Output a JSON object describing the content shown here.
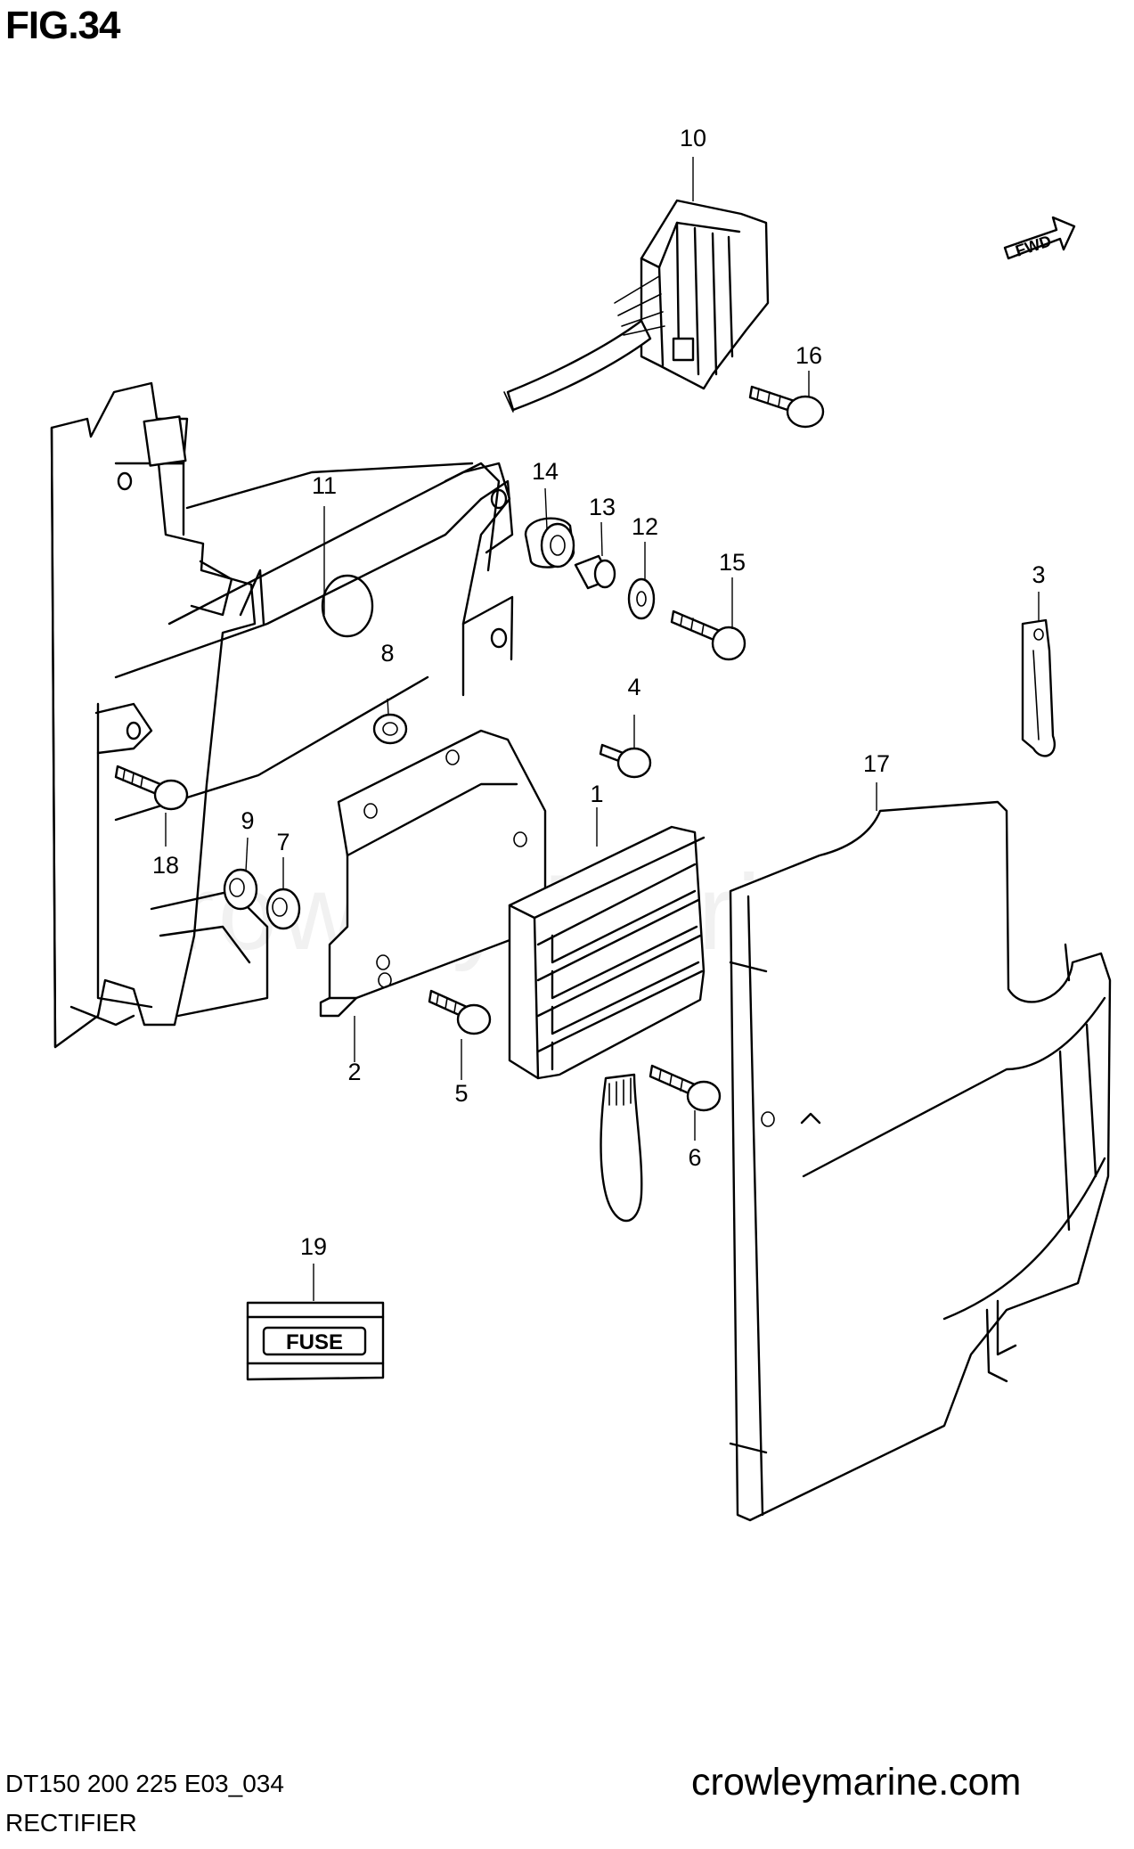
{
  "header": {
    "figure": "FIG.34"
  },
  "footer": {
    "model_code": "DT150 200 225 E03_034",
    "section": "RECTIFIER",
    "website": "crowleymarine.com"
  },
  "watermark": "Crowley Marine",
  "fwd_label": "FWD",
  "fuse_label": "FUSE",
  "callouts": [
    "1",
    "2",
    "3",
    "4",
    "5",
    "6",
    "7",
    "8",
    "9",
    "10",
    "11",
    "12",
    "13",
    "14",
    "15",
    "16",
    "17",
    "18",
    "19"
  ]
}
